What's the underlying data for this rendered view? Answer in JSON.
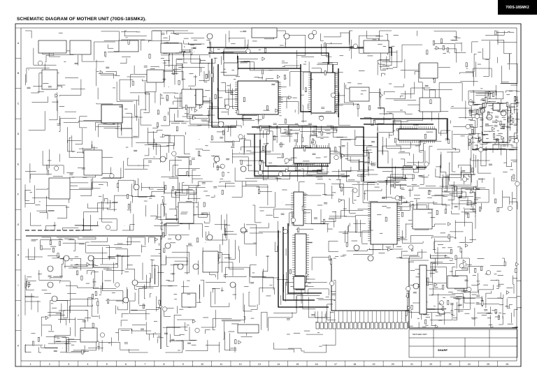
{
  "header": {
    "model_tag": "70DS-18SMK2",
    "title": "SCHEMATIC DIAGRAM  OF MOTHER UNIT  (70DS-18SMK2)."
  },
  "ruler": {
    "numbers": [
      "1",
      "2",
      "3",
      "4",
      "5",
      "6",
      "7",
      "8",
      "9",
      "10",
      "11",
      "12",
      "13",
      "14",
      "15",
      "16",
      "17",
      "18",
      "19",
      "20",
      "21",
      "22",
      "23",
      "24",
      "25",
      "26"
    ],
    "letters": [
      "A",
      "B",
      "C",
      "D",
      "E",
      "F",
      "G",
      "H",
      "I",
      "J",
      "K"
    ]
  },
  "title_block": {
    "company": "SHARP",
    "sheet_label": "MOTHER UNIT"
  }
}
